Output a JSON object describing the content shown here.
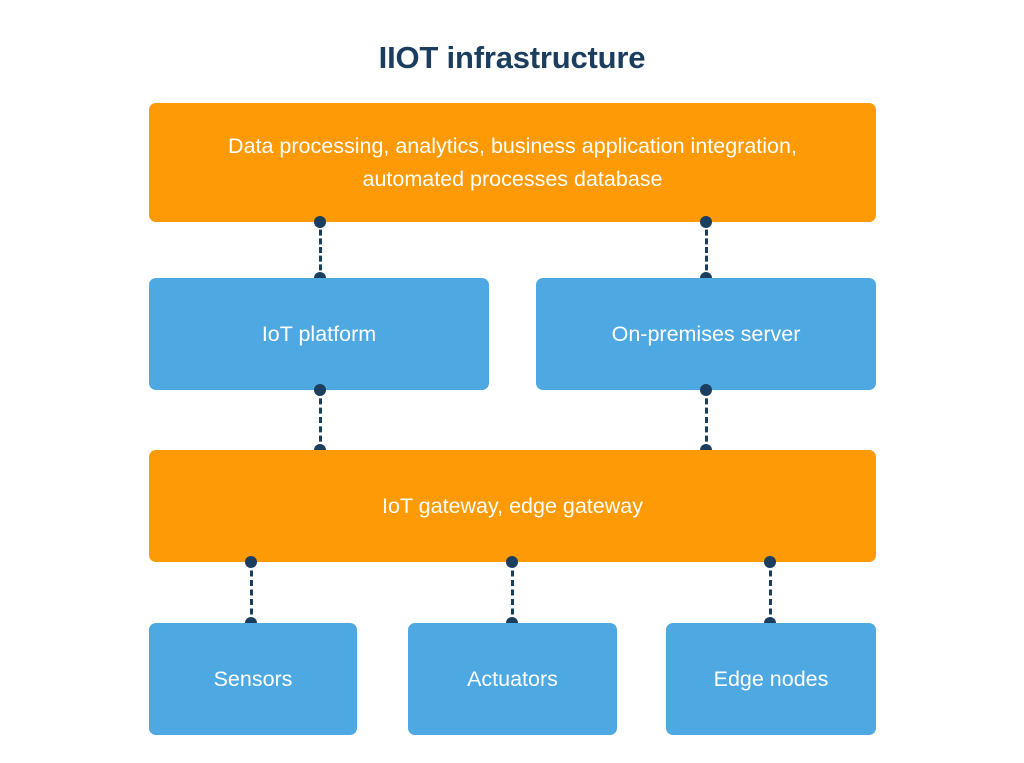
{
  "page": {
    "title": "IIOT infrastructure",
    "background_color": "#ffffff",
    "title_color": "#1b3d5e"
  },
  "palette": {
    "orange": "#fd9a05",
    "blue": "#4ea9e2",
    "navy": "#1b3d5e",
    "node_text": "#ffffff"
  },
  "diagram": {
    "type": "layered-block-diagram",
    "layers": [
      {
        "name": "cloud-layer",
        "color": "#fd9a05",
        "nodes": [
          {
            "id": "cloud",
            "label": "Data processing, analytics, business application integration, automated processes database"
          }
        ]
      },
      {
        "name": "platform-layer",
        "color": "#4ea9e2",
        "nodes": [
          {
            "id": "iot-platform",
            "label": "IoT platform"
          },
          {
            "id": "on-premises-server",
            "label": "On-premises server"
          }
        ]
      },
      {
        "name": "gateway-layer",
        "color": "#fd9a05",
        "nodes": [
          {
            "id": "gateway",
            "label": "IoT gateway, edge gateway"
          }
        ]
      },
      {
        "name": "device-layer",
        "color": "#4ea9e2",
        "nodes": [
          {
            "id": "sensors",
            "label": "Sensors"
          },
          {
            "id": "actuators",
            "label": "Actuators"
          },
          {
            "id": "edge-nodes",
            "label": "Edge nodes"
          }
        ]
      }
    ],
    "connections": [
      {
        "id": "cloud-platform",
        "from": "cloud",
        "to": "iot-platform",
        "style": "dashed"
      },
      {
        "id": "cloud-server",
        "from": "cloud",
        "to": "on-premises-server",
        "style": "dashed"
      },
      {
        "id": "platform-gateway",
        "from": "iot-platform",
        "to": "gateway",
        "style": "dashed"
      },
      {
        "id": "server-gateway",
        "from": "on-premises-server",
        "to": "gateway",
        "style": "dashed"
      },
      {
        "id": "gateway-sensors",
        "from": "gateway",
        "to": "sensors",
        "style": "dashed"
      },
      {
        "id": "gateway-actuators",
        "from": "gateway",
        "to": "actuators",
        "style": "dashed"
      },
      {
        "id": "gateway-edge",
        "from": "gateway",
        "to": "edge-nodes",
        "style": "dashed"
      }
    ]
  }
}
